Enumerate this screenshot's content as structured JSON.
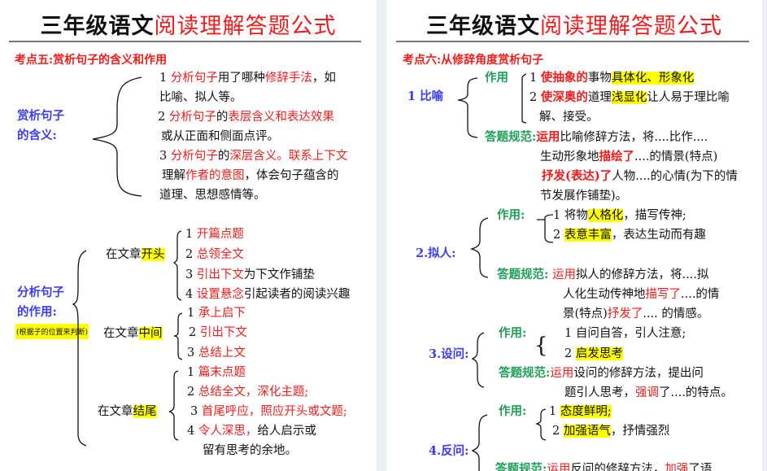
{
  "pages": [
    {
      "title": {
        "black": "三年级语文",
        "red": "阅读理解答题公式"
      },
      "section": "考点五:赏析句子的含义和作用",
      "meaning": {
        "label_line1": "赏析句子",
        "label_line2": "的含义:",
        "items": [
          {
            "num": "1 ",
            "red1": "分析句子",
            "black1": "用了哪种",
            "red2": "修辞手法",
            "black2": "，如",
            "cont": "比喻、拟人等。"
          },
          {
            "num": "2 ",
            "red1": "分析句子",
            "black1": "的",
            "red2": "表层含义和表达效果",
            "cont": "或从正面和侧面点评。"
          },
          {
            "num": "3 ",
            "red1": "分析句子",
            "black1": "的",
            "red2": "深层含义。联系上下文",
            "cont_black1": "理解",
            "cont_red": "作者的意图",
            "cont_black2": "，体会句子蕴含的",
            "cont2": "道理、思想感情等。"
          }
        ]
      },
      "function": {
        "label_line1": "分析句子",
        "label_line2": "的作用:",
        "note": "(根据子的位置来判断)",
        "groups": [
          {
            "prefix": "在文章",
            "highlight": "开头",
            "items": [
              {
                "num": "1 ",
                "red": "开篇点题",
                "black": ""
              },
              {
                "num": "2 ",
                "red": "总领全文",
                "black": ""
              },
              {
                "num": "3 ",
                "red": "引出下文",
                "black": "为下文作铺垫"
              },
              {
                "num": "4 ",
                "red": "设置悬念",
                "black": "引起读者的阅读兴趣"
              }
            ]
          },
          {
            "prefix": "在文章",
            "highlight": "中间",
            "items": [
              {
                "num": "1 ",
                "red": "承上启下",
                "black": ""
              },
              {
                "num": "2 ",
                "red": "引出下文",
                "black": ""
              },
              {
                "num": "3 ",
                "red": "总结上文",
                "black": ""
              }
            ]
          },
          {
            "prefix": "在文章",
            "highlight": "结尾",
            "items": [
              {
                "num": "1 ",
                "red": "篇末点题",
                "black": ""
              },
              {
                "num": "2 ",
                "red": "总结全文，深化主题;",
                "black": ""
              },
              {
                "num": "3 ",
                "red": "首尾呼应，照应开头或文题;",
                "black": ""
              },
              {
                "num": "4 ",
                "red": "令人深思，",
                "black": "给人启示或",
                "cont": "留有思考的余地。"
              }
            ]
          }
        ]
      }
    },
    {
      "title": {
        "black": "三年级语文",
        "red": "阅读理解答题公式"
      },
      "section": "考点六:从修辞角度赏析句子",
      "figures": [
        {
          "label": "1 比喻",
          "effect_label": "作用",
          "effects": [
            {
              "num": "1 ",
              "red": "使抽象的",
              "black": "事物",
              "hl": "具体化、形象化",
              "after": ""
            },
            {
              "num": "2 ",
              "red": "使深奥的",
              "black": "道理",
              "hl": "浅显化",
              "after": "让人易于理比喻",
              "cont": "解、接受。"
            }
          ],
          "answer_label": "答题规范:",
          "answer": [
            {
              "red": "运用",
              "black": "比喻修辞方法，将....比作...."
            },
            {
              "black": "生动形象地",
              "red": "描绘了",
              "black2": "....的情景(特点)"
            },
            {
              "red": "抒发(表达)了",
              "black": "人物....的心情(为下的情"
            },
            {
              "black": "节发展作铺垫)。"
            }
          ]
        },
        {
          "label": "2.拟人:",
          "effect_label": "作用:",
          "effects": [
            {
              "num": "1 ",
              "black": "将物",
              "hl": "人格化",
              "after": "，描写传神;"
            },
            {
              "num": "2 ",
              "hl": "表意丰富",
              "after": "，表达生动而有趣"
            }
          ],
          "answer_label": "答题规范:",
          "answer": [
            {
              "red": "运用",
              "black": "拟人的修辞方法，将....拟"
            },
            {
              "black": "人化生动传神地",
              "red": "描写了",
              "black2": "....的情"
            },
            {
              "black": "景(特点)",
              "red": "抒发了",
              "black2": "....  的情感。"
            }
          ]
        },
        {
          "label": "3.设问:",
          "effect_label": "作用:",
          "effects": [
            {
              "num": "1 ",
              "black": "自问自答，引人注意;"
            },
            {
              "num": "2 ",
              "hl": "启发思考"
            }
          ],
          "answer_label": "答题规范:",
          "answer": [
            {
              "red": "运用",
              "black": "设问的修辞方法，提出问"
            },
            {
              "black": "题引人思考，",
              "red": "强调",
              "black2": "了....的特点。"
            }
          ]
        },
        {
          "label": "4.反问:",
          "effect_label": "作用:",
          "effects": [
            {
              "num": "1 ",
              "hl": "态度鲜明;"
            },
            {
              "num": "2 ",
              "hl": "加强语气",
              "after": "，抒情强烈"
            }
          ],
          "answer_label": "答题规范:",
          "answer": [
            {
              "red": "运用",
              "black": "反问的修辞方法，",
              "red2": "加强",
              "black2": "了语"
            }
          ]
        }
      ]
    }
  ]
}
